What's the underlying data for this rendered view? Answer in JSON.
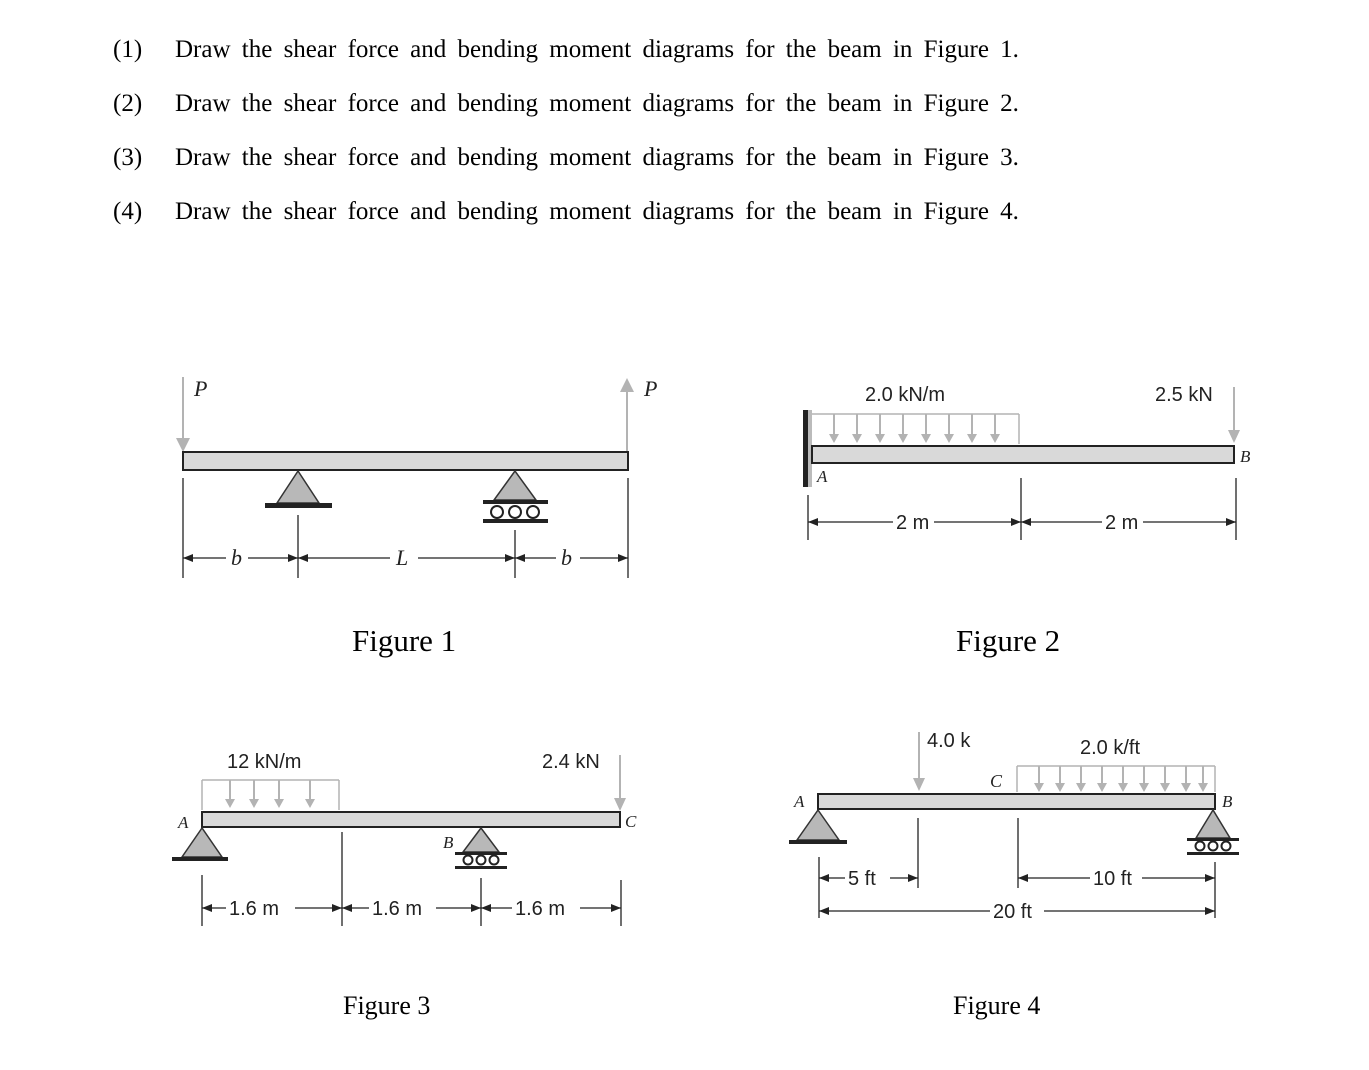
{
  "problems": [
    {
      "num": "(1)",
      "text": "Draw the shear force and bending moment diagrams for the beam in Figure 1."
    },
    {
      "num": "(2)",
      "text": "Draw the shear force and bending moment diagrams for the beam in Figure 2."
    },
    {
      "num": "(3)",
      "text": "Draw the shear force and bending moment diagrams for the beam in Figure 3."
    },
    {
      "num": "(4)",
      "text": "Draw the shear force and bending moment diagrams for the beam in Figure 4."
    }
  ],
  "fig1": {
    "caption": "Figure 1",
    "load_left": "P",
    "load_right": "P",
    "dim_b_left": "b",
    "dim_L": "L",
    "dim_b_right": "b"
  },
  "fig2": {
    "caption": "Figure 2",
    "dist_load": "2.0 kN/m",
    "point_load": "2.5 kN",
    "label_A": "A",
    "label_B": "B",
    "dim1": "2 m",
    "dim2": "2 m"
  },
  "fig3": {
    "caption": "Figure 3",
    "dist_load": "12 kN/m",
    "point_load": "2.4 kN",
    "label_A": "A",
    "label_B": "B",
    "label_C": "C",
    "dim1": "1.6 m",
    "dim2": "1.6 m",
    "dim3": "1.6 m"
  },
  "fig4": {
    "caption": "Figure 4",
    "point_load": "4.0 k",
    "dist_load": "2.0 k/ft",
    "label_A": "A",
    "label_B": "B",
    "label_C": "C",
    "dim1": "5 ft",
    "dim2": "10 ft",
    "dim3": "20 ft"
  }
}
